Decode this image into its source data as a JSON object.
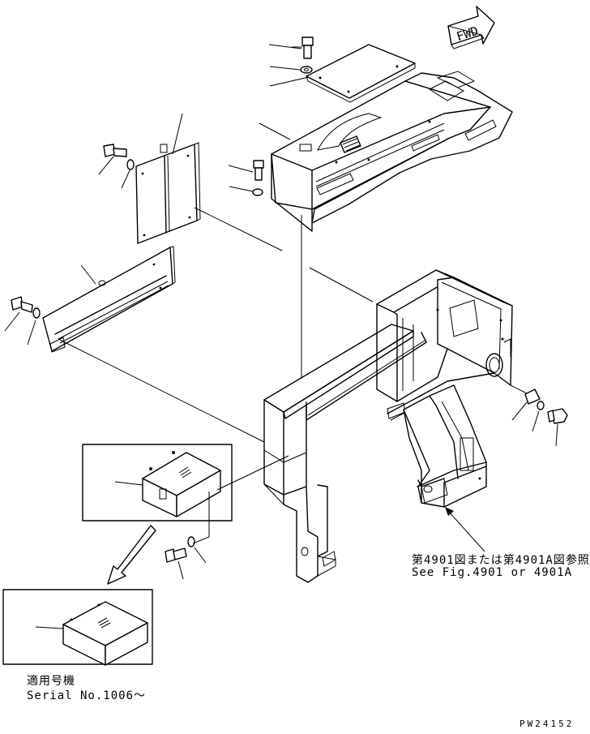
{
  "fwd_label": "FWD",
  "reference_note": {
    "line1": "第4901図または第4901A図参照",
    "line2": "See Fig.4901 or 4901A"
  },
  "serial_note": {
    "line1": "適用号機",
    "line2": "Serial No.1006～"
  },
  "drawing_number": "PW24152"
}
